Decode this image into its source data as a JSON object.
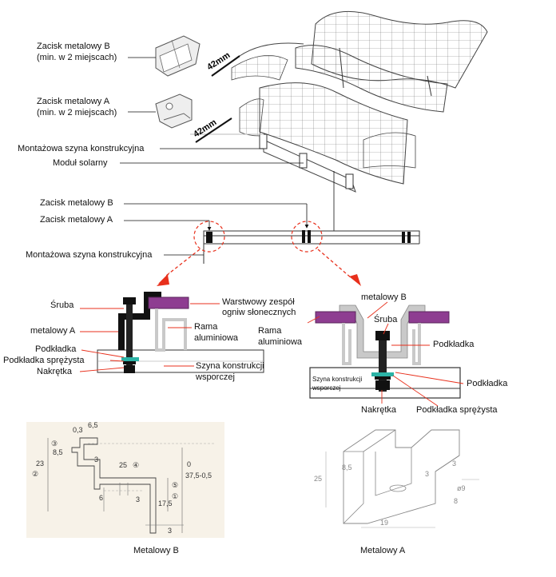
{
  "top": {
    "clamp_b": {
      "line1": "Zacisk metalowy B",
      "line2": "(min. w 2 miejscach)"
    },
    "clamp_a": {
      "line1": "Zacisk metalowy A",
      "line2": "(min. w 2 miejscach)"
    },
    "dim_42_upper": "42mm",
    "dim_42_lower": "42mm",
    "rail": "Montażowa szyna konstrukcyjna",
    "module": "Moduł solarny"
  },
  "side": {
    "clamp_b": "Zacisk metalowy B",
    "clamp_a": "Zacisk metalowy A",
    "rail": "Montażowa szyna konstrukcyjna"
  },
  "detail_a": {
    "screw": "Śruba",
    "metal_a": "metalowy A",
    "washer": "Podkładka",
    "spring_washer": "Podkładka sprężysta",
    "nut": "Nakrętka",
    "laminate_line1": "Warstwowy zespół",
    "laminate_line2": "ogniw słonecznych",
    "frame_line1": "Rama",
    "frame_line2": "aluminiowa",
    "rail_line1": "Szyna konstrukcji",
    "rail_line2": "wsporczej"
  },
  "detail_b": {
    "metal_b": "metalowy B",
    "frame_line1": "Rama",
    "frame_line2": "aluminiowa",
    "screw": "Śruba",
    "washer_upper": "Podkładka",
    "rail_line1": "Szyna konstrukcji",
    "rail_line2": "wsporczej",
    "washer_lower": "Podkładka",
    "nut": "Nakrętka",
    "spring_washer": "Podkładka sprężysta"
  },
  "drawing_b": {
    "caption": "Metalowy B",
    "dims": [
      "0,3",
      "6,5",
      "③",
      "8,5",
      "3",
      "25",
      "④",
      "23",
      "②",
      "6",
      "3",
      "17,5",
      "⑤",
      "①",
      "0",
      "37,5-0,5",
      "3"
    ]
  },
  "drawing_a": {
    "caption": "Metalowy A",
    "dims": [
      "25",
      "8,5",
      "3",
      "3",
      "ø9",
      "8",
      "19"
    ]
  },
  "colors": {
    "purple": "#8e3d91",
    "teal": "#2bb3a6",
    "red": "#e8301c",
    "black": "#111111",
    "gray_frame": "#c9c9c9"
  }
}
